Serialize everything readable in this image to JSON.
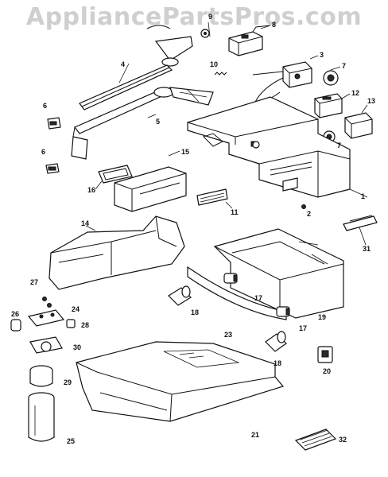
{
  "watermark": "AppliancePartsPros.com",
  "callouts": [
    "1",
    "2",
    "3",
    "4",
    "5",
    "6",
    "6",
    "7",
    "7",
    "8",
    "9",
    "10",
    "11",
    "12",
    "13",
    "14",
    "15",
    "16",
    "17",
    "17",
    "18",
    "18",
    "19",
    "20",
    "21",
    "23",
    "24",
    "25",
    "26",
    "27",
    "28",
    "29",
    "30",
    "31",
    "32"
  ],
  "colors": {
    "line": "#111111",
    "watermark": "#cfcfcf",
    "background": "#ffffff"
  }
}
